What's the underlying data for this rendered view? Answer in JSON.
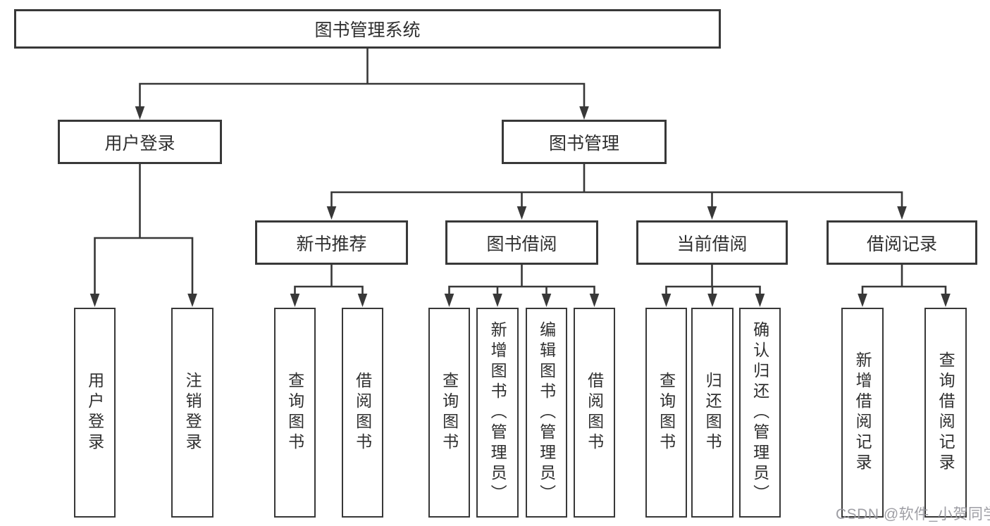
{
  "diagram": {
    "root_label": "图书管理系统",
    "branches": [
      {
        "label": "用户登录",
        "leaves": [
          "用户登录",
          "注销登录"
        ]
      },
      {
        "label": "图书管理",
        "groups": [
          {
            "label": "新书推荐",
            "leaves": [
              "查询图书",
              "借阅图书"
            ]
          },
          {
            "label": "图书借阅",
            "leaves": [
              "查询图书",
              "新增图书（管理员）",
              "编辑图书（管理员）",
              "借阅图书"
            ]
          },
          {
            "label": "当前借阅",
            "leaves": [
              "查询图书",
              "归还图书",
              "确认归还（管理员）"
            ]
          },
          {
            "label": "借阅记录",
            "leaves": [
              "新增借阅记录",
              "查询借阅记录"
            ]
          }
        ]
      }
    ]
  },
  "watermark": {
    "text": "CSDN @软件_小贺同学"
  },
  "colors": {
    "line": "#383838",
    "text": "#2f2f2f",
    "background": "#ffffff",
    "watermark": "#9696a0"
  }
}
